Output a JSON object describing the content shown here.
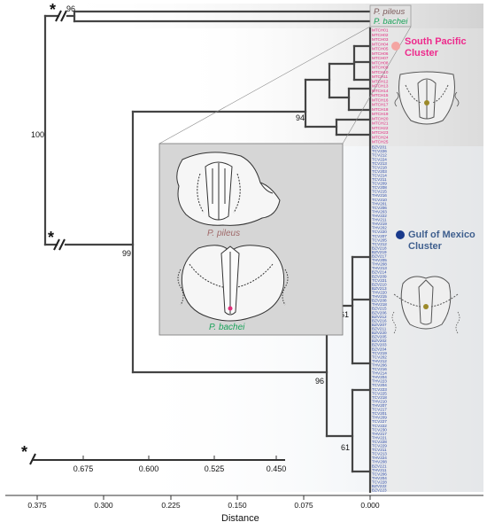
{
  "tree": {
    "bootstrap": {
      "root": "100",
      "pileus_bachei": "96",
      "main_clade": "99",
      "south_pacific": "94",
      "gulf_big": "96",
      "gulf_sub_upper": "61",
      "gulf_sub_lower": "61"
    },
    "outgroup_labels": {
      "pileus": "P. pileus",
      "bachei": "P. bachei"
    },
    "break_marker": "*",
    "sp_tips": [
      "MTCH01",
      "MTCH02",
      "MTCH03",
      "MTCH04",
      "MTCH05",
      "MTCH06",
      "MTCH07",
      "MTCH08",
      "MTCH09",
      "MTCH10",
      "MTCH11",
      "MTCH12",
      "MTCH13",
      "MTCH14",
      "MTCH15",
      "MTCH16",
      "MTCH17",
      "MTCH18",
      "MTCH19",
      "MTCH20",
      "MTCH21",
      "MTCH22",
      "MTCH23",
      "MTCH24",
      "MTCH25"
    ],
    "gm_tips": [
      "BZV201",
      "TCV226",
      "TCV212",
      "TCV224",
      "TCV213",
      "TCV218",
      "TCV203",
      "TCV214",
      "TCV211",
      "TCV209",
      "TCV208",
      "TCV215",
      "THV216",
      "TCV210",
      "THV201",
      "TCV206",
      "THV203",
      "THV222",
      "THV211",
      "THV219",
      "THV202",
      "TCV220",
      "TCV207",
      "TCV205",
      "TCV212",
      "BZV218",
      "BZV219",
      "BZV217",
      "THV205",
      "THV208",
      "THV213",
      "BZV214",
      "BZV209",
      "TCV221",
      "BZV210",
      "BZV213",
      "THV220",
      "THV215",
      "BZV208",
      "THV218",
      "BZV215",
      "BZV206",
      "BZV212",
      "BZV216",
      "BZV207",
      "BZV211",
      "BZV220",
      "BZV205",
      "BZV202",
      "BZV203",
      "BZV204",
      "TCV219",
      "TCV202",
      "THV212",
      "THV206",
      "TCV216",
      "THV214",
      "THV204",
      "THV223",
      "TCV204",
      "TCV223",
      "TCV225",
      "TCV218",
      "THV210",
      "THV207",
      "TCV217",
      "TCV201",
      "THV209",
      "TCV227",
      "TCV222",
      "TCV230",
      "THV217",
      "THV221",
      "TCV228",
      "TCV229",
      "TCV211",
      "TCV213",
      "THV224",
      "THV208",
      "BZV221",
      "THV211",
      "TCV206",
      "THV204",
      "TCV228",
      "BZV222",
      "BZV223"
    ]
  },
  "clusters": {
    "south_pacific": {
      "line1": "South Pacific",
      "line2": "Cluster",
      "color": "#ee2a8c",
      "dot_color": "#f4a5a2"
    },
    "gulf": {
      "line1": "Gulf of Mexico",
      "line2": "Cluster",
      "color": "#3f5f8e",
      "dot_color": "#1a3a8c"
    }
  },
  "inset": {
    "label_pileus": "P. pileus",
    "label_bachei": "P. bachei",
    "pileus_color": "#a06a6a",
    "bachei_color": "#1aa35a"
  },
  "scale_bar": {
    "marker": "*",
    "ticks": [
      "0.675",
      "0.600",
      "0.525",
      "0.450"
    ]
  },
  "axis": {
    "ticks": [
      "0.375",
      "0.300",
      "0.225",
      "0.150",
      "0.075",
      "0.000"
    ],
    "label": "Distance"
  },
  "colors": {
    "sp_band": "#dcdcdc",
    "gm_band": "#e9edf1",
    "sp_tip": "#e2237b",
    "gm_tip": "#2a48a8"
  }
}
